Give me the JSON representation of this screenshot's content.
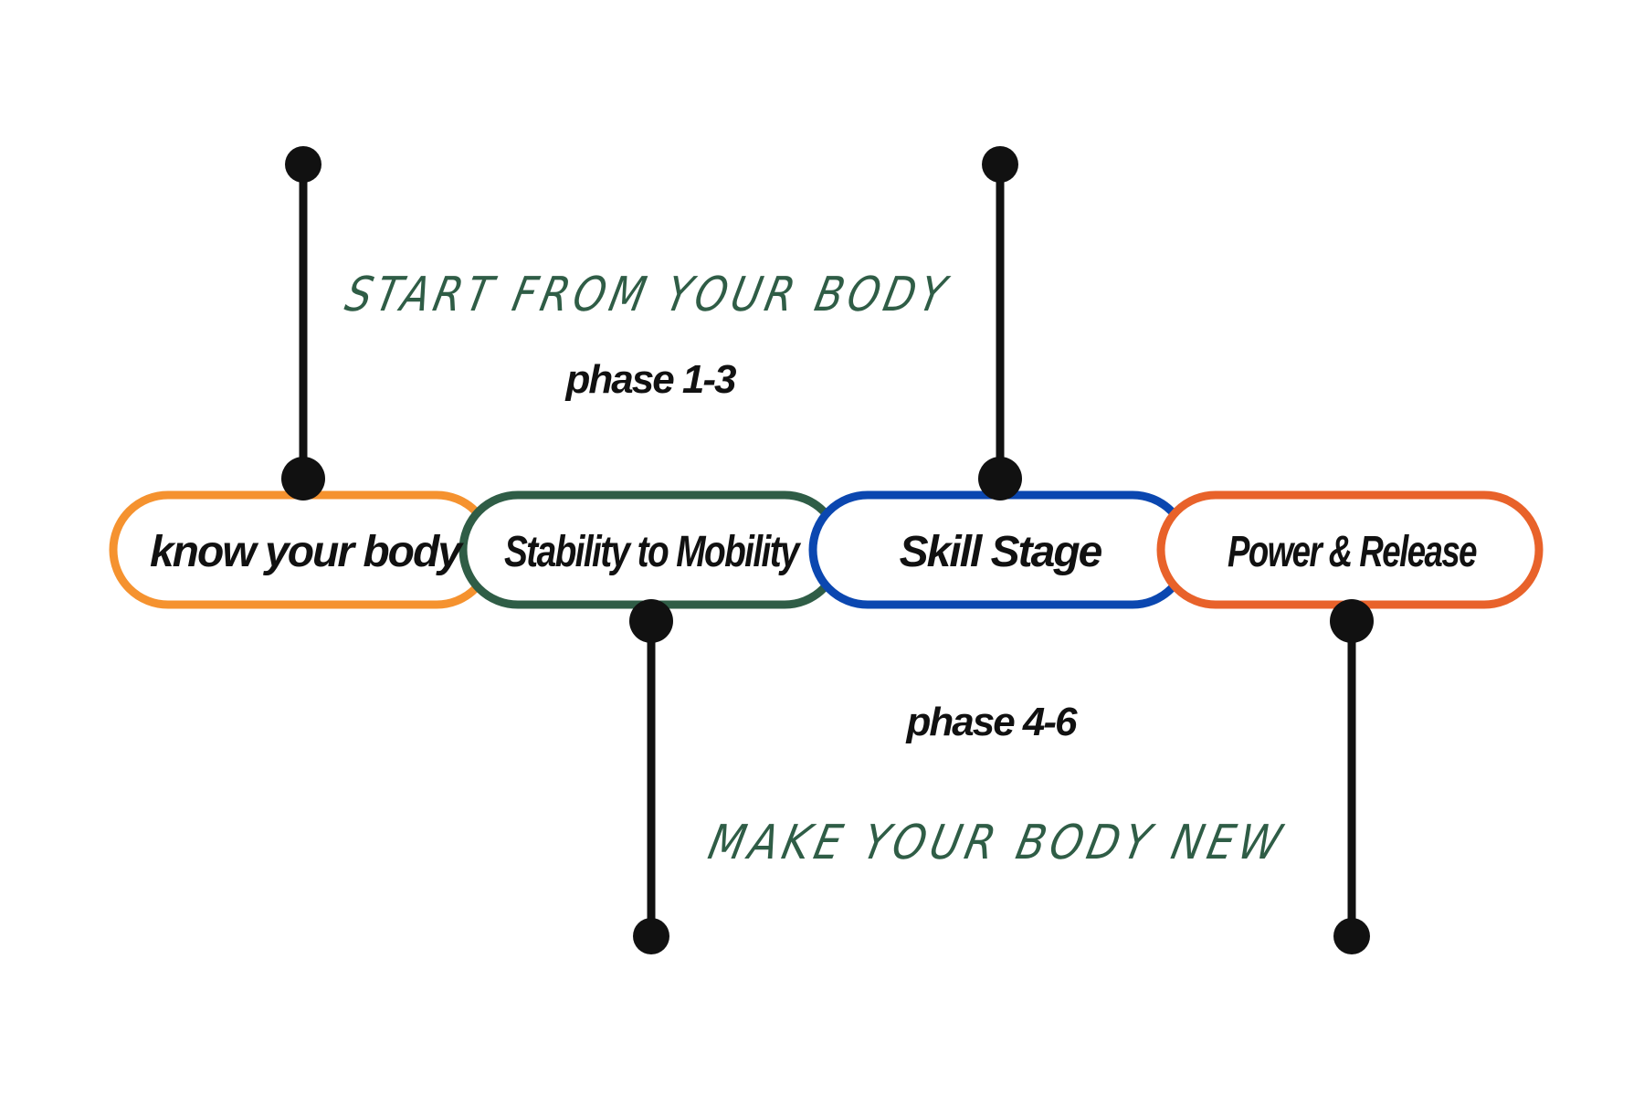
{
  "diagram": {
    "stages": [
      {
        "label": "know your body",
        "color": "#f5922f"
      },
      {
        "label": "Stability to Mobility",
        "color": "#2f5d46"
      },
      {
        "label": "Skill Stage",
        "color": "#0b47b0"
      },
      {
        "label": "Power & Release",
        "color": "#e8622a"
      }
    ],
    "top_group": {
      "tagline": "START FROM YOUR BODY",
      "phase": "phase 1-3"
    },
    "bottom_group": {
      "tagline": "MAKE YOUR BODY NEW",
      "phase": "phase 4-6"
    },
    "connector_color": "#111111"
  }
}
